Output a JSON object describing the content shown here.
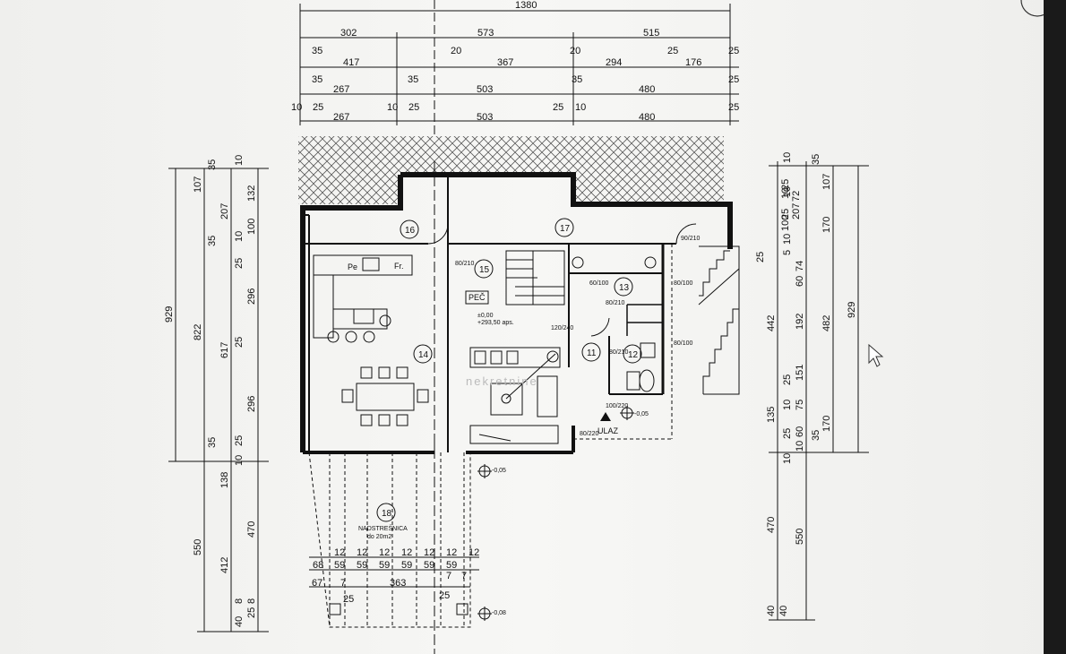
{
  "dims_top": {
    "overall": "1380",
    "row1": [
      "302",
      "573",
      "515"
    ],
    "row2": [
      "35",
      "417",
      "20",
      "367",
      "20",
      "294",
      "25",
      "176",
      "25"
    ],
    "row3": [
      "35",
      "267",
      "35",
      "503",
      "35",
      "480",
      "25"
    ],
    "row4": [
      "10",
      "25",
      "267",
      "10",
      "25",
      "503",
      "25",
      "10",
      "480",
      "25"
    ]
  },
  "dims_left": {
    "outer": [
      "929",
      "550"
    ],
    "second": [
      "107",
      "822",
      "412"
    ],
    "third": [
      "35",
      "207",
      "35",
      "617",
      "35",
      "138",
      "470"
    ],
    "fourth": [
      "10",
      "132",
      "10",
      "100",
      "25",
      "296",
      "25",
      "296",
      "25",
      "10",
      "8",
      "8",
      "40",
      "25"
    ]
  },
  "dims_right": {
    "far": [
      "929"
    ],
    "second": [
      "107",
      "170",
      "482",
      "170"
    ],
    "third": [
      "25",
      "72",
      "10",
      "207",
      "25",
      "100",
      "25",
      "442",
      "192",
      "135",
      "470",
      "550"
    ],
    "fourth": [
      "10",
      "35",
      "10",
      "5",
      "10",
      "74",
      "60",
      "151",
      "25",
      "10",
      "75",
      "60",
      "25",
      "10",
      "35",
      "10",
      "40",
      "40"
    ]
  },
  "dims_bottom": {
    "row12": [
      "12",
      "12",
      "12",
      "12",
      "12",
      "12",
      "12"
    ],
    "row59": [
      "68",
      "59",
      "59",
      "59",
      "59",
      "59",
      "59"
    ],
    "row2": [
      "67",
      "7",
      "363",
      "7",
      "7"
    ],
    "row3": [
      "25",
      "25"
    ]
  },
  "rooms": {
    "r16": "16",
    "r17": "17",
    "r15": "15",
    "r14": "14",
    "r13": "13",
    "r11": "11",
    "r12": "12",
    "r18": "18"
  },
  "labels": {
    "pe": "Pe",
    "fr": "Fr.",
    "pec": "PEČ",
    "level": "±0,00",
    "abs": "+293,50 aps.",
    "ulaz": "ULAZ",
    "nadstresnica": "NADSTREŠNICA",
    "nadstresnica_area": "do 20m2",
    "lvl1": "-0,05",
    "lvl2": "-0,05",
    "lvl3": "-0,08",
    "door_80_210_a": "80/210",
    "door_90_210": "90/210",
    "door_80_210_b": "80/210",
    "door_80_210_c": "80/210",
    "door_120_240": "120/240",
    "door_100_220": "100/220",
    "door_80_220": "80/220",
    "door_80_100": "80/100",
    "door_80_100_b": "80/100",
    "door_60_100": "60/100"
  },
  "watermark": "nekretnine",
  "colors": {
    "wall": "#111111",
    "hatch": "#444444",
    "paper": "#f4f4f2"
  }
}
